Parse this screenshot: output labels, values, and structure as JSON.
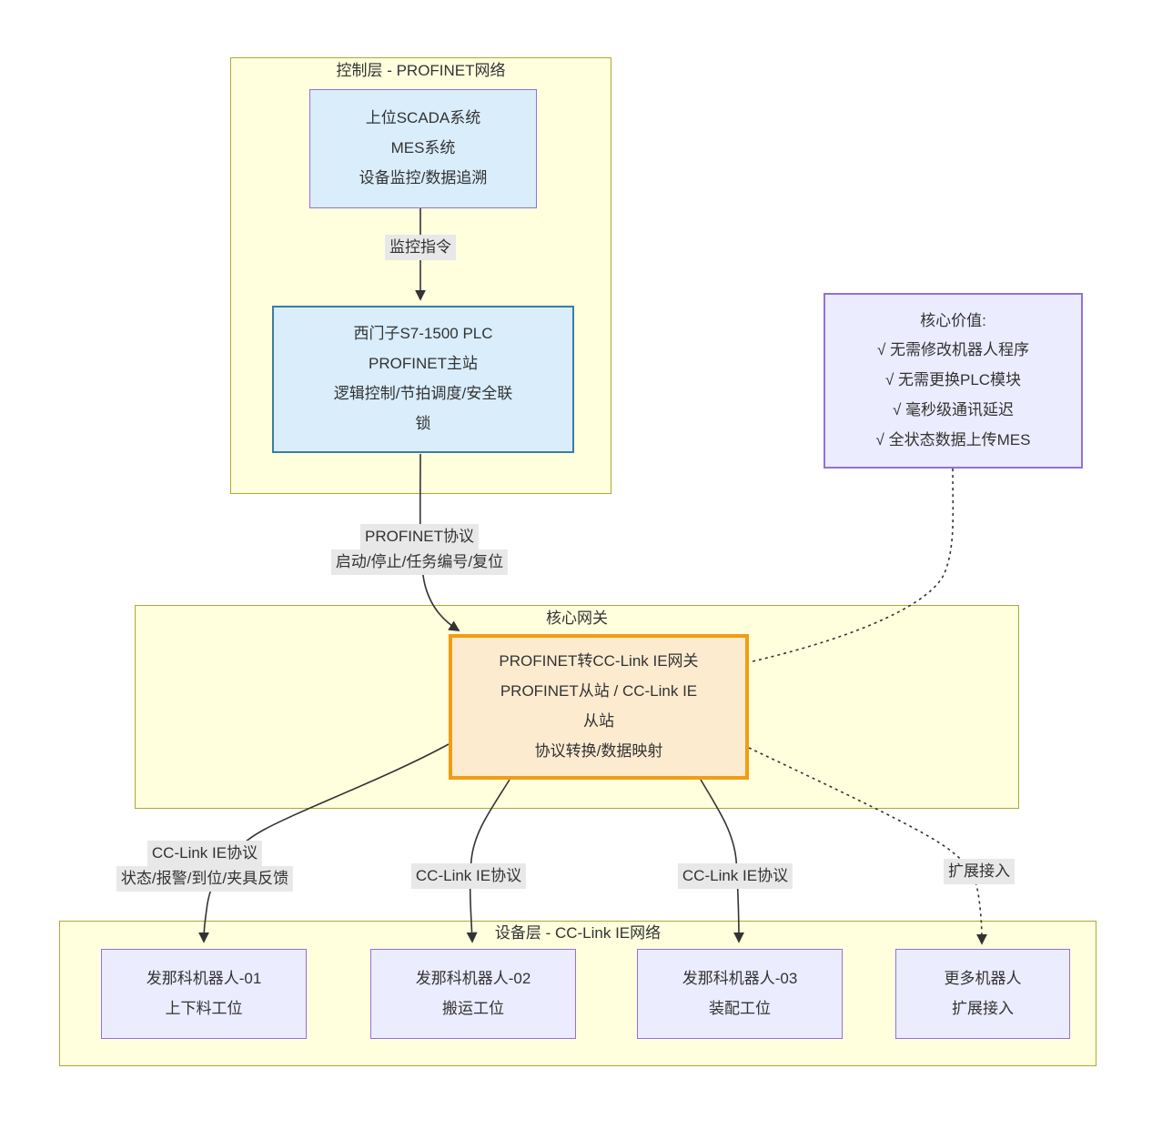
{
  "diagram": {
    "type": "flowchart",
    "clusters": {
      "control": {
        "title": "控制层 - PROFINET网络"
      },
      "gateway": {
        "title": "核心网关"
      },
      "device": {
        "title": "设备层 - CC-Link IE网络"
      }
    },
    "nodes": {
      "scada": {
        "lines": [
          "上位SCADA系统",
          "MES系统",
          "设备监控/数据追溯"
        ]
      },
      "plc": {
        "lines": [
          "西门子S7-1500 PLC",
          "PROFINET主站",
          "逻辑控制/节拍调度/安全联",
          "锁"
        ]
      },
      "gateway": {
        "lines": [
          "PROFINET转CC-Link IE网关",
          "PROFINET从站 / CC-Link IE",
          "从站",
          "协议转换/数据映射"
        ]
      },
      "value": {
        "lines": [
          "核心价值:",
          "√ 无需修改机器人程序",
          "√ 无需更换PLC模块",
          "√ 毫秒级通讯延迟",
          "√ 全状态数据上传MES"
        ]
      },
      "robot1": {
        "lines": [
          "发那科机器人-01",
          "上下料工位"
        ]
      },
      "robot2": {
        "lines": [
          "发那科机器人-02",
          "搬运工位"
        ]
      },
      "robot3": {
        "lines": [
          "发那科机器人-03",
          "装配工位"
        ]
      },
      "more": {
        "lines": [
          "更多机器人",
          "扩展接入"
        ]
      }
    },
    "edge_labels": {
      "monitor": {
        "0": "监控指令"
      },
      "profinet": {
        "0": "PROFINET协议",
        "1": "启动/停止/任务编号/复位"
      },
      "cclink1": {
        "0": "CC-Link IE协议",
        "1": "状态/报警/到位/夹具反馈"
      },
      "cclink2": {
        "0": "CC-Link IE协议"
      },
      "cclink3": {
        "0": "CC-Link IE协议"
      },
      "extend": {
        "0": "扩展接入"
      }
    },
    "colors": {
      "cluster_fill": "#FFFFDE",
      "cluster_border": "#AAAA33",
      "blue_node_fill": "#D9EDFB",
      "scada_border": "#9370DB",
      "plc_border": "#3A7CA8",
      "gateway_fill": "#FDEBD0",
      "gateway_border": "#F39C12",
      "lavender_fill": "#ECECFF",
      "lavender_border": "#9370DB",
      "edge_label_bg": "#E8E8E8",
      "line_color": "#333333"
    }
  }
}
